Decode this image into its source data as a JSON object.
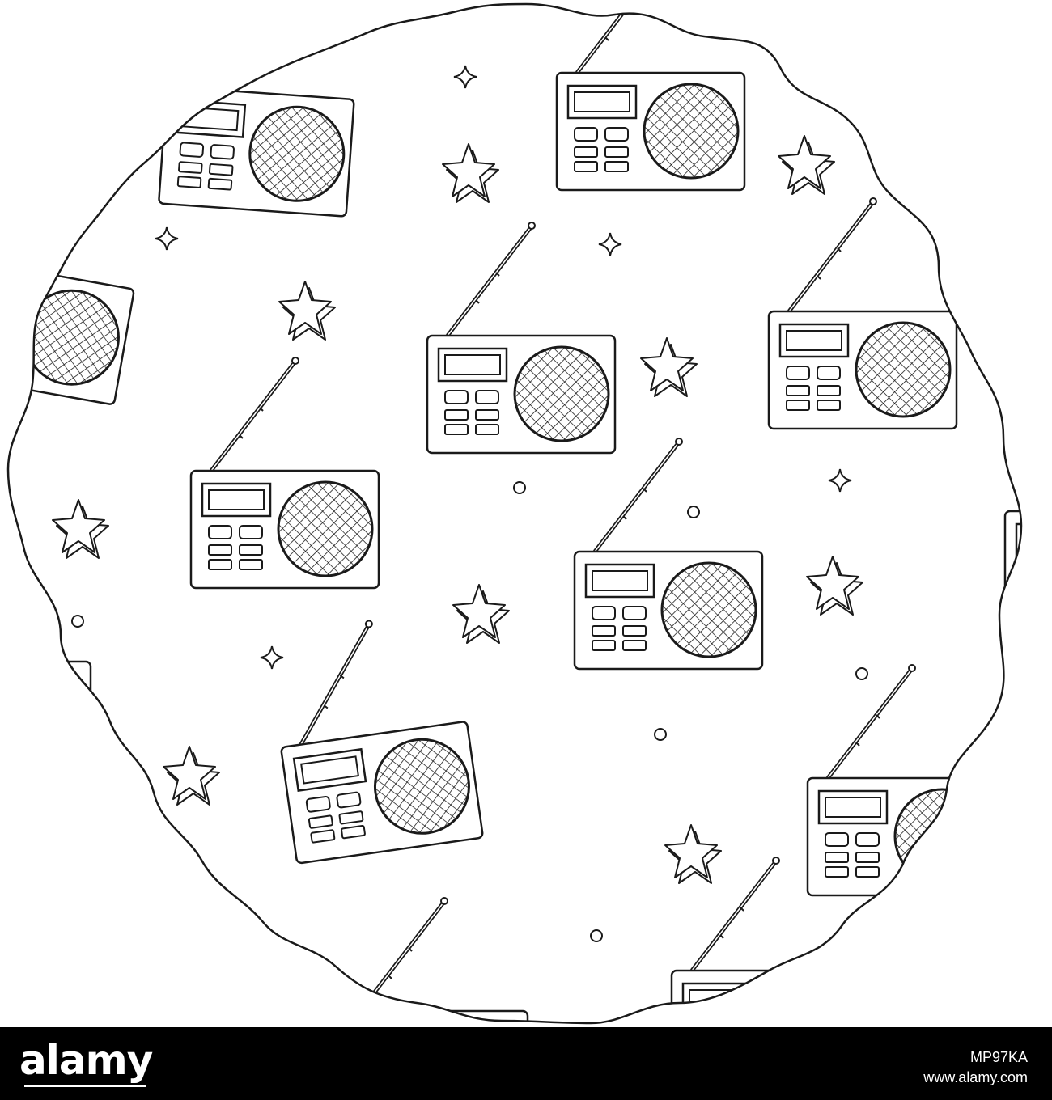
{
  "footer": {
    "logo": "alamy",
    "image_id": "MP97KA",
    "url": "www.alamy.com"
  },
  "colors": {
    "line": "#1a1a1a",
    "background": "#ffffff",
    "footer_bg": "#000000",
    "footer_text": "#ffffff"
  }
}
